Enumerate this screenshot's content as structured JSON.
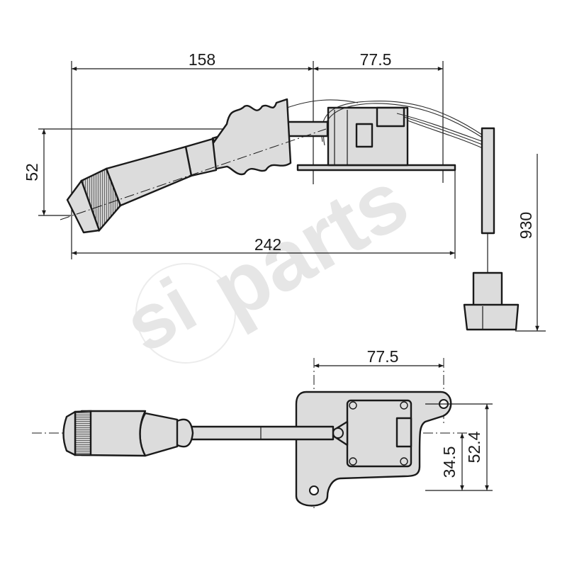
{
  "watermark": {
    "text": "siparts",
    "prefix": "si",
    "suffix": "parts"
  },
  "side_view": {
    "dimensions": {
      "lever_length": "158",
      "mount_width": "77.5",
      "height_offset": "52",
      "overall_length": "242",
      "cable_length": "930"
    }
  },
  "top_view": {
    "dimensions": {
      "plate_hole_spacing": "77.5",
      "axis_to_hole": "34.5",
      "hole_vertical_spacing": "52.4"
    }
  },
  "colors": {
    "part_fill": "#dcdcdc",
    "line": "#1a1a1a",
    "watermark": "#e6e6e6"
  }
}
